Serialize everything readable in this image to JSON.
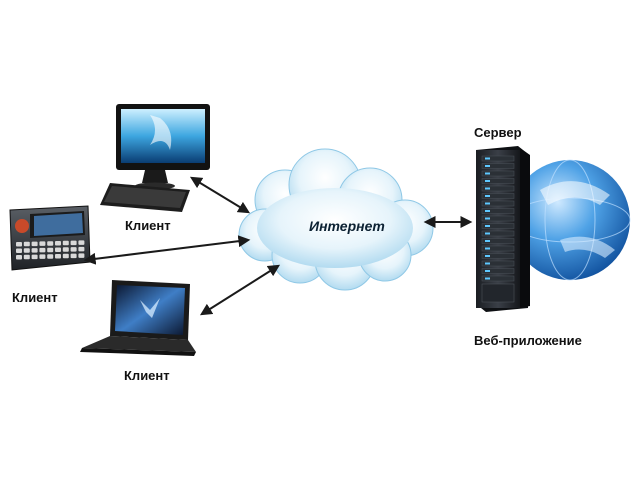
{
  "labels": {
    "client_desktop": "Клиент",
    "client_phone": "Клиент",
    "client_laptop": "Клиент",
    "internet": "Интернет",
    "server": "Сервер",
    "web_app": "Веб-приложение"
  },
  "icons": {
    "desktop": "desktop-computer-icon",
    "phone": "smartphone-icon",
    "laptop": "laptop-icon",
    "cloud": "cloud-icon",
    "server": "server-rack-icon",
    "globe": "globe-icon"
  },
  "colors": {
    "cloud_light": "#e6f4fb",
    "cloud_mid": "#a8d6ee",
    "globe": "#3a8fd8",
    "arrow": "#1a1a1a"
  }
}
